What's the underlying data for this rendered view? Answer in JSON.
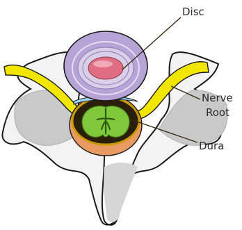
{
  "labels": {
    "disc": "Disc",
    "nerve_root_line1": "Nerve",
    "nerve_root_line2": "Root",
    "dura": "Dura"
  },
  "colors": {
    "bone_outline": "#1a1a1a",
    "bone_fill": "#f3f3f3",
    "bone_shadow": "#c9c9c9",
    "disc_outer": "#b7a4d6",
    "disc_inner": "#d9cfe9",
    "nucleus": "#e06d84",
    "nerve": "#f2e500",
    "dura_orange": "#e89a62",
    "cord_green": "#7ec83a",
    "dura_ring": "#c89a00",
    "ligament_blue": "#9fd2ee",
    "leader_line": "#3a2a14"
  }
}
